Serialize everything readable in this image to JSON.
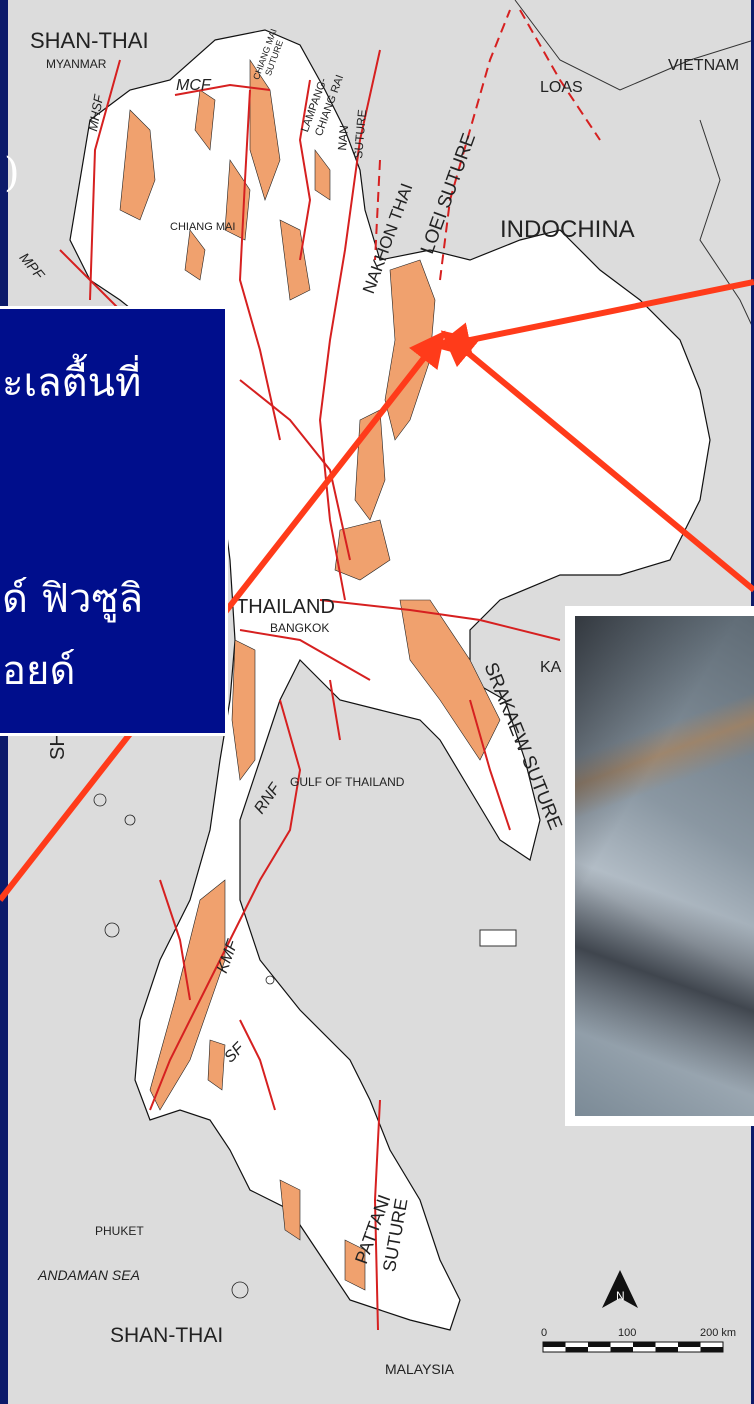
{
  "regions": {
    "shan_thai_north": "SHAN-THAI",
    "myanmar": "MYANMAR",
    "vietnam": "VIETNAM",
    "laos": "LOAS",
    "indochina": "INDOCHINA",
    "thailand": "THAILAND",
    "bangkok": "BANGKOK",
    "gulf": "GULF OF THAILAND",
    "ka": "KA",
    "sha": "SHA",
    "phuket": "PHUKET",
    "andaman": "ANDAMAN SEA",
    "shan_thai_south": "SHAN-THAI",
    "malaysia": "MALAYSIA",
    "chiang_mai": "CHIANG MAI"
  },
  "faults": {
    "mhsf": "MHSF",
    "mcf": "MCF",
    "mpf": "MPF",
    "rnf": "RNF",
    "kmf": "KMF",
    "sf": "SF"
  },
  "sutures": {
    "chiang_mai_1": "CHIANG MAI",
    "chiang_mai_2": "SUTURE",
    "lampang_1": "LAMPANG-",
    "lampang_2": "CHIANG RAI",
    "nan_1": "NAN",
    "nan_2": "SUTURE",
    "nakhon_thai": "NAKHON THAI",
    "loei": "LOEI SUTURE",
    "srakaew": "SRAKAEW SUTURE",
    "pattani_1": "PATTANI",
    "pattani_2": "SUTURE"
  },
  "north_arrow": "N",
  "scale": {
    "zero": "0",
    "mid": "100",
    "end": "200 km"
  },
  "thai_text": {
    "line1": "ะเลตื้นที่",
    "line2": "ด์ ฟิวซูลิ",
    "line3": "อยด์"
  },
  "left_fragment": ")",
  "colors": {
    "background": "#0c1a6a",
    "land": "#ffffff",
    "neighbor_land": "#dcdcdc",
    "limestone": "#f0a16e",
    "fault": "#d62020",
    "arrow": "#ff3b1a",
    "box": "#000e8c"
  }
}
